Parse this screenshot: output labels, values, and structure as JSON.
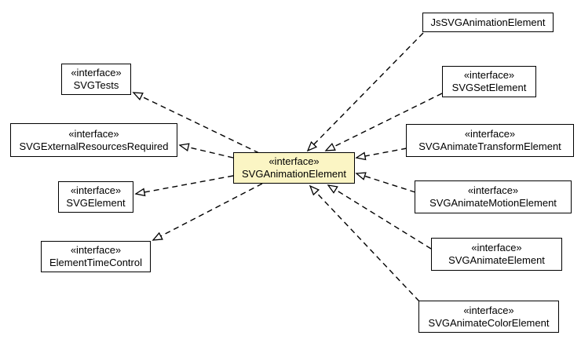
{
  "diagram": {
    "kind": "uml-class-diagram",
    "stereotype_interface": "«interface»",
    "nodes": {
      "svg_tests": {
        "stereotype": "«interface»",
        "name": "SVGTests"
      },
      "svg_external_resources_required": {
        "stereotype": "«interface»",
        "name": "SVGExternalResourcesRequired"
      },
      "svg_element": {
        "stereotype": "«interface»",
        "name": "SVGElement"
      },
      "element_time_control": {
        "stereotype": "«interface»",
        "name": "ElementTimeControl"
      },
      "svg_animation_element": {
        "stereotype": "«interface»",
        "name": "SVGAnimationElement"
      },
      "js_svg_animation_element": {
        "name": "JsSVGAnimationElement"
      },
      "svg_set_element": {
        "stereotype": "«interface»",
        "name": "SVGSetElement"
      },
      "svg_animate_transform_element": {
        "stereotype": "«interface»",
        "name": "SVGAnimateTransformElement"
      },
      "svg_animate_motion_element": {
        "stereotype": "«interface»",
        "name": "SVGAnimateMotionElement"
      },
      "svg_animate_element": {
        "stereotype": "«interface»",
        "name": "SVGAnimateElement"
      },
      "svg_animate_color_element": {
        "stereotype": "«interface»",
        "name": "SVGAnimateColorElement"
      }
    },
    "edges": [
      {
        "from": "SVGAnimationElement",
        "to": "SVGTests",
        "type": "realization"
      },
      {
        "from": "SVGAnimationElement",
        "to": "SVGExternalResourcesRequired",
        "type": "realization"
      },
      {
        "from": "SVGAnimationElement",
        "to": "SVGElement",
        "type": "realization"
      },
      {
        "from": "SVGAnimationElement",
        "to": "ElementTimeControl",
        "type": "realization"
      },
      {
        "from": "JsSVGAnimationElement",
        "to": "SVGAnimationElement",
        "type": "realization"
      },
      {
        "from": "SVGSetElement",
        "to": "SVGAnimationElement",
        "type": "realization"
      },
      {
        "from": "SVGAnimateTransformElement",
        "to": "SVGAnimationElement",
        "type": "realization"
      },
      {
        "from": "SVGAnimateMotionElement",
        "to": "SVGAnimationElement",
        "type": "realization"
      },
      {
        "from": "SVGAnimateElement",
        "to": "SVGAnimationElement",
        "type": "realization"
      },
      {
        "from": "SVGAnimateColorElement",
        "to": "SVGAnimationElement",
        "type": "realization"
      }
    ],
    "colors": {
      "background": "#ffffff",
      "node_fill": "#ffffff",
      "highlight_fill": "#fbf5c4",
      "border": "#000000",
      "line": "#000000"
    }
  }
}
